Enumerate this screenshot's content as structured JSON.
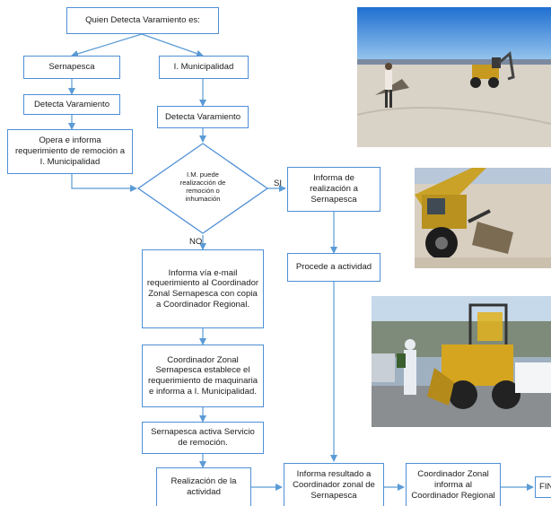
{
  "diagram": {
    "nodes": {
      "start": "Quien Detecta Varamiento es:",
      "sernapesca": "Sernapesca",
      "municipalidad": "I. Municipalidad",
      "detecta_left": "Detecta Varamiento",
      "detecta_right": "Detecta Varamiento",
      "opera_informa": "Opera e informa requerimiento de remoción a I. Municipalidad",
      "decision": "I.M. puede realizacción de remoción o inhumación",
      "informa_realizacion": "Informa de realización a Sernapesca",
      "procede": "Procede a actividad",
      "informa_email": "Informa vía e-mail requerimiento al Coordinador Zonal Sernapesca con copia a Coordinador Regional.",
      "coordinador_zonal": "Coordinador Zonal Sernapesca establece el requerimiento de maquinaria e informa a I. Municipalidad.",
      "activa_servicio": "Sernapesca activa Servicio de remoción.",
      "realizacion": "Realización de la actividad",
      "informa_resultado": "Informa resultado a Coordinador zonal de Sernapesca",
      "coordinador_informa": "Coordinador Zonal informa al Coordinador Regional",
      "fin": "FIN"
    },
    "edge_labels": {
      "yes": "SI",
      "no": "NO"
    },
    "colors": {
      "border": "#4f8fd6",
      "arrow": "#5b9bd5"
    }
  },
  "photos": [
    {
      "icon": "beach-worker-backhoe-photo"
    },
    {
      "icon": "backhoe-bucket-photo"
    },
    {
      "icon": "worker-disinfecting-backhoe-photo"
    }
  ]
}
